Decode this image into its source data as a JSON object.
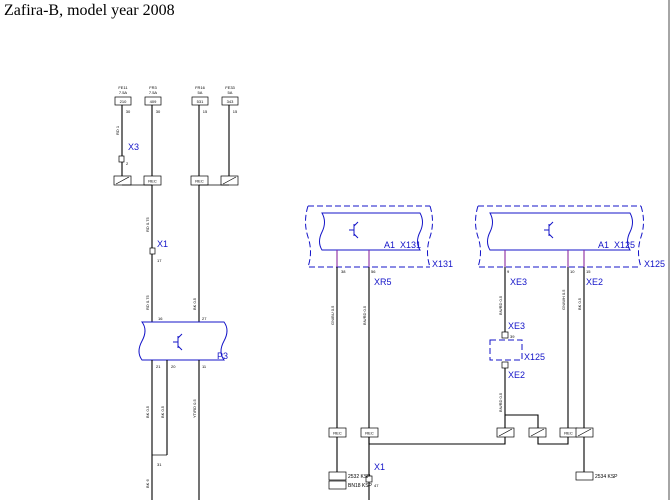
{
  "title": "Zafira-B, model year 2008",
  "colors": {
    "accent": "#1414c8",
    "wire": "#000000",
    "wire_alt": "#8a2aa0"
  },
  "fuses": [
    {
      "name": "FE11",
      "rating": "7.5A",
      "id": "210",
      "pin": "30"
    },
    {
      "name": "FR3",
      "rating": "7.5A",
      "id": "409",
      "pin": "30"
    },
    {
      "name": "FR16",
      "rating": "5A",
      "id": "531",
      "pin": "15"
    },
    {
      "name": "FE33",
      "rating": "5A",
      "id": "343",
      "pin": "15"
    }
  ],
  "ground_tags": {
    "a": "REC",
    "b": "REC"
  },
  "x3": {
    "label": "X3",
    "pin": "2"
  },
  "x1_top": {
    "label": "X1",
    "pin": "17"
  },
  "p3": {
    "label": "P3",
    "top_pins": [
      "16",
      "27"
    ],
    "bottom_pins": [
      "21",
      "20",
      "11"
    ]
  },
  "a1_x131": {
    "label": "A1_X131",
    "frame": "X131",
    "pins": [
      "38",
      "56"
    ],
    "connector": "XR5"
  },
  "a1_x125": {
    "label": "A1_X125",
    "frame": "X125",
    "pins": [
      "9",
      "10",
      "15"
    ],
    "connector_left": "XE3",
    "connector_right": "XE2"
  },
  "x125_mid": {
    "label": "X125",
    "top": "XE3",
    "bottom": "XE2",
    "pin": "39"
  },
  "x1_bottom": {
    "label": "X1",
    "pin": "47",
    "terminal_a": "2532 KSP",
    "terminal_b": "BN18 KSP",
    "terminal_c": "2534 KSP"
  },
  "wire_labels": {
    "rd1": "RD 1",
    "rd075a": "RD 0.75",
    "rd075b": "RD 0.75",
    "bk05": "BK 0.5",
    "gnbu": "GN/BU 0.5",
    "bnrd1": "BN/RD 0.5",
    "gnwh": "GN/WH 0.5",
    "bnrd2": "BN/RD 0.5",
    "bk2": "BK 0.5",
    "bk3": "BK 0.5",
    "ytrd": "YT/RD 0.5",
    "bnrd3": "BN/RD 0.5",
    "bk6": "BK 6"
  },
  "bottom_terminals": {
    "t31": "31"
  }
}
